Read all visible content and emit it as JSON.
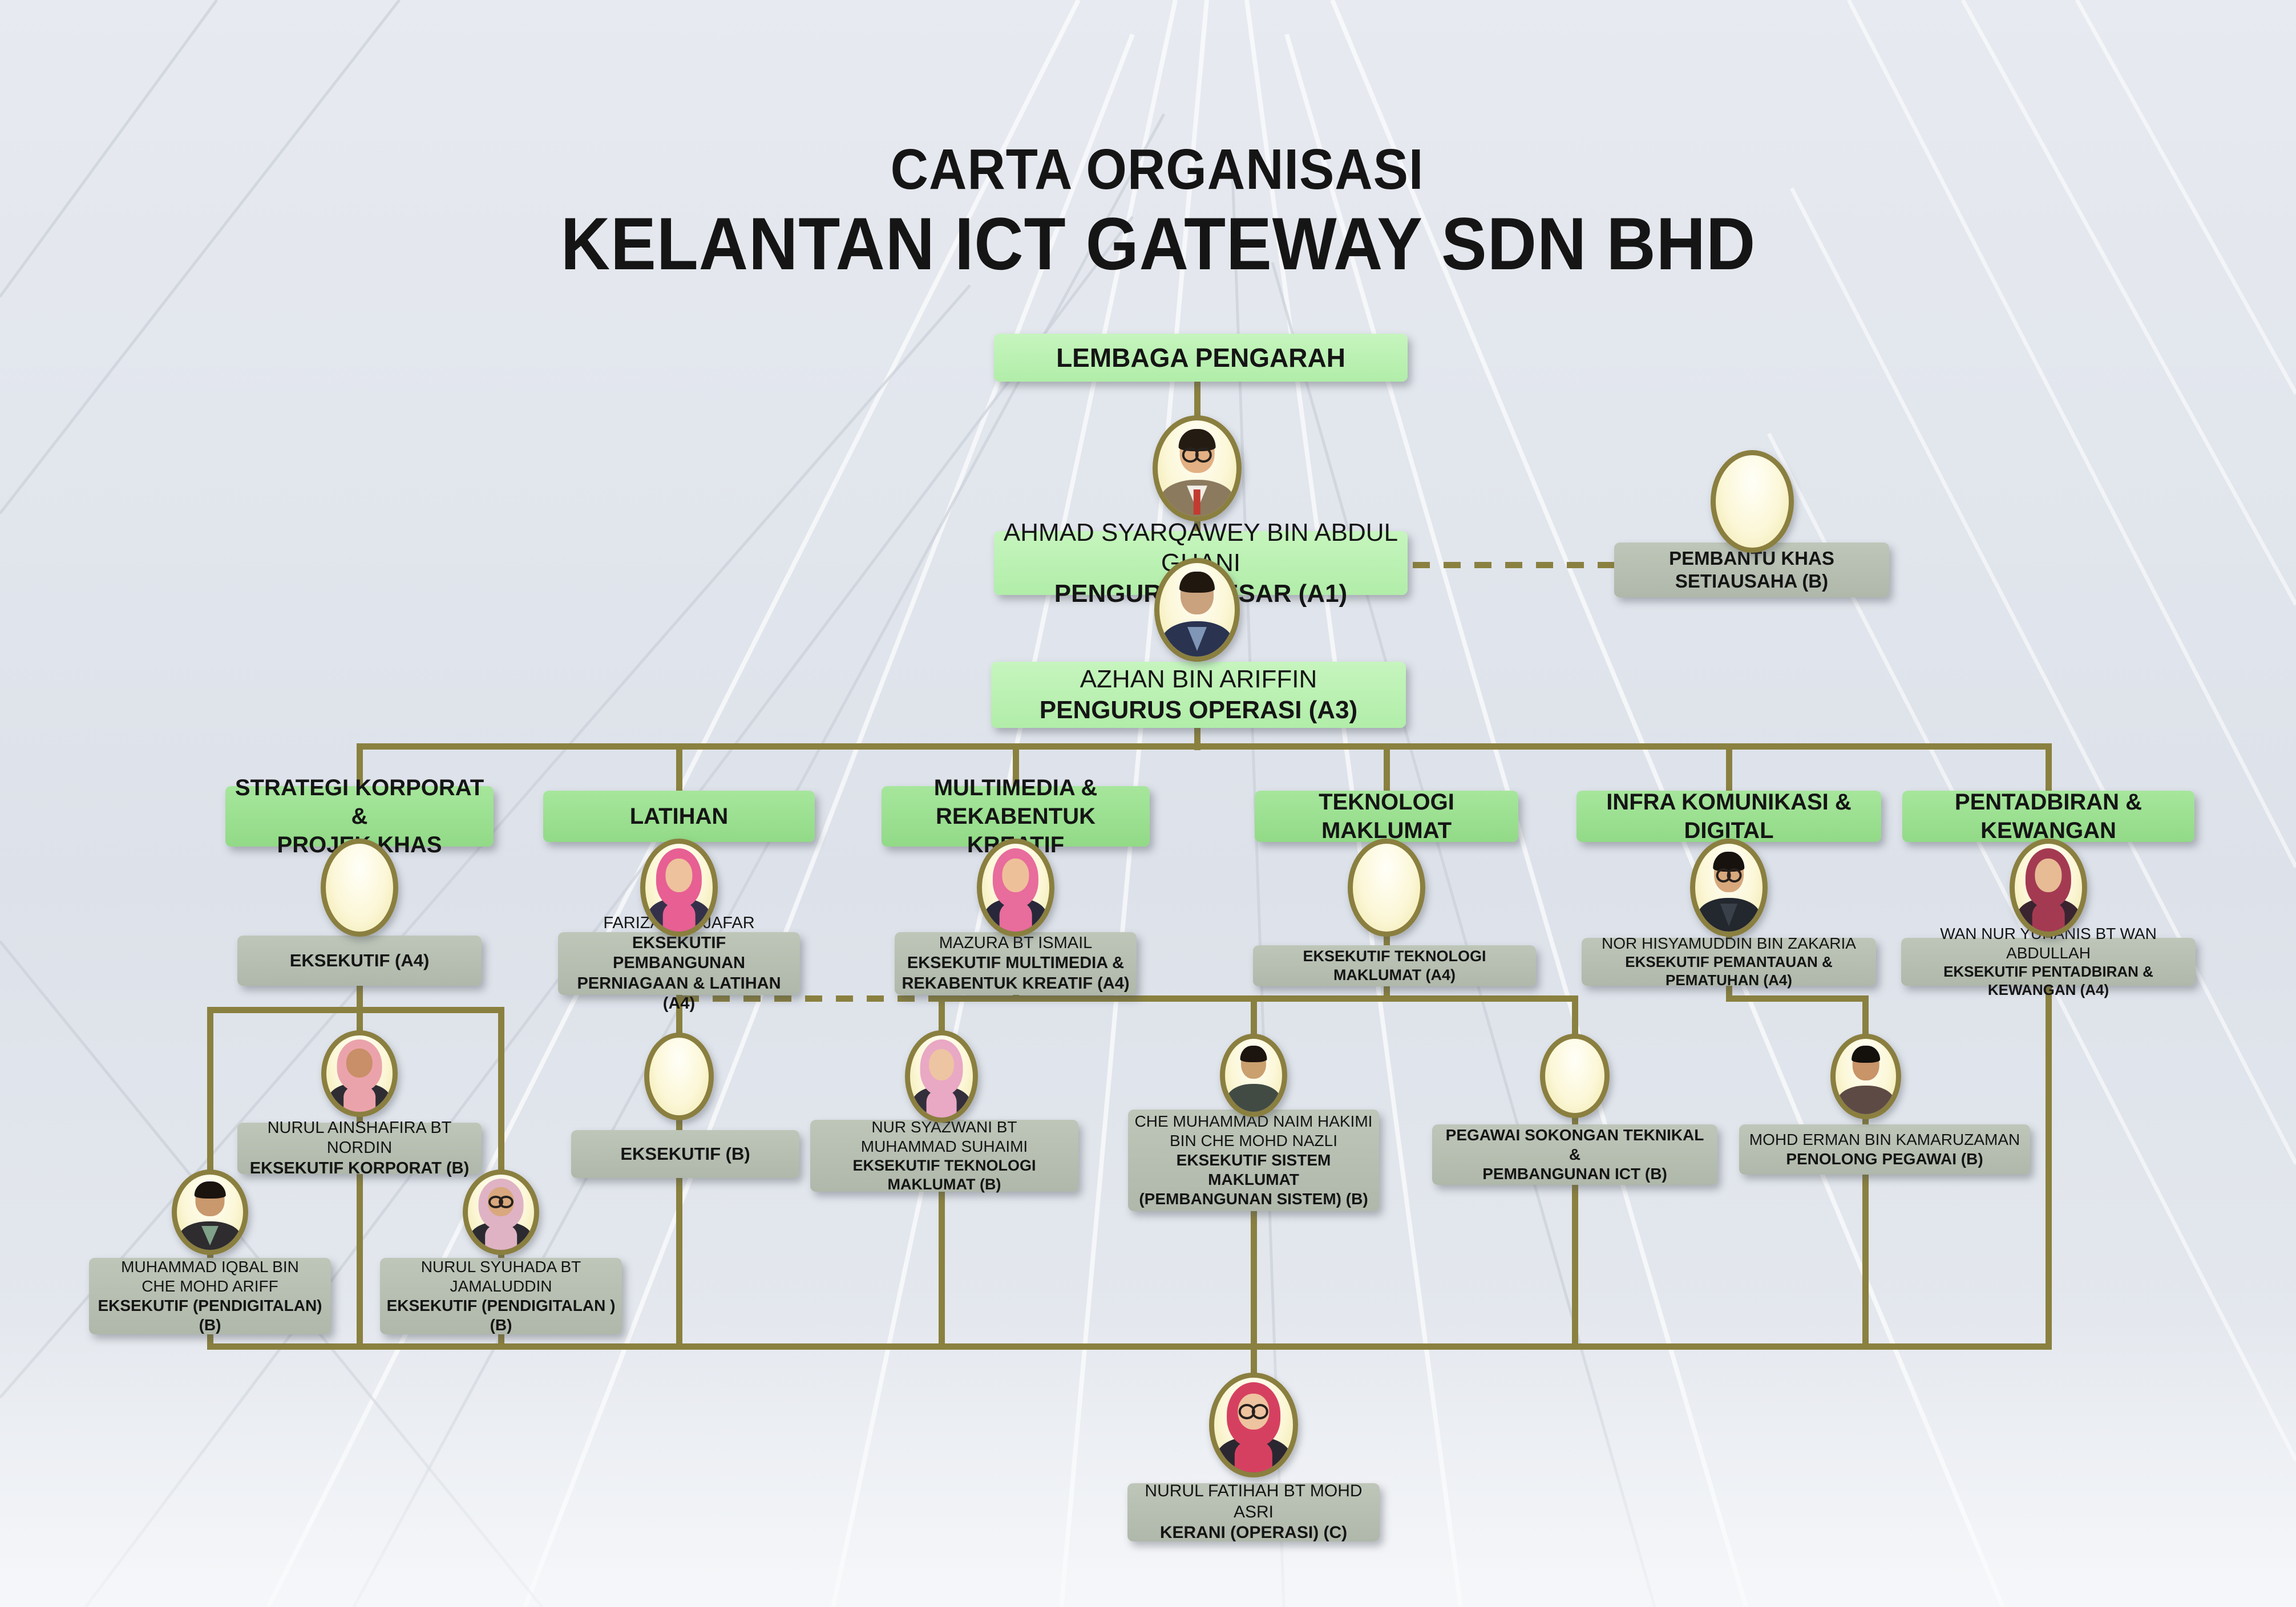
{
  "title": {
    "line1": "CARTA ORGANISASI",
    "line2": "KELANTAN ICT GATEWAY SDN BHD"
  },
  "palette": {
    "connector": "#8a8140",
    "level_box_green": "#b9f1b1",
    "dept_box_green": "#9ade90",
    "person_box_gray": "#b7bfb1",
    "circle_fill": "#fdf9d8",
    "circle_border": "#8a7f3f",
    "title_color": "#151515"
  },
  "nodes": {
    "board": {
      "label": "LEMBAGA PENGARAH"
    },
    "gm": {
      "name": "AHMAD SYARQAWEY BIN ABDUL GHANI",
      "role": "PENGURUS BESAR (A1)",
      "avatar": {
        "type": "man",
        "hair": "#241b12",
        "suit": "#8c7a5f",
        "shirt": "#f2efe6",
        "tie": "#c23b31",
        "glasses": true,
        "skin": "#e3b083"
      }
    },
    "assistant": {
      "name": "PEMBANTU KHAS",
      "role": "SETIAUSAHA (B)",
      "avatar": {
        "type": "empty"
      }
    },
    "ops": {
      "name": "AZHAN BIN ARIFFIN",
      "role": "PENGURUS OPERASI (A3)",
      "avatar": {
        "type": "man",
        "hair": "#20170f",
        "suit": "#2a3350",
        "shirt": "#7f96b6",
        "skin": "#caa27d"
      }
    },
    "dept_strategi": {
      "label": "STRATEGI KORPORAT &\nPROJEK KHAS"
    },
    "dept_latihan": {
      "label": "LATIHAN"
    },
    "dept_multimedia": {
      "label": "MULTIMEDIA &\nREKABENTUK KREATIF"
    },
    "dept_teknologi": {
      "label": "TEKNOLOGI MAKLUMAT"
    },
    "dept_infra": {
      "label": "INFRA KOMUNIKASI & DIGITAL"
    },
    "dept_pentadbiran": {
      "label": "PENTADBIRAN & KEWANGAN"
    },
    "strategi_exec_a4": {
      "role": "EKSEKUTIF (A4)",
      "avatar": {
        "type": "empty"
      }
    },
    "farizan": {
      "name": "FARIZAN BT JAFAR",
      "role": "EKSEKUTIF PEMBANGUNAN\nPERNIAGAAN & LATIHAN (A4)",
      "avatar": {
        "type": "hijab",
        "hijab": "#e75f93",
        "top": "#35304a",
        "skin": "#edc29c"
      }
    },
    "mazura": {
      "name": "MAZURA BT ISMAIL",
      "role": "EKSEKUTIF MULTIMEDIA &\nREKABENTUK KREATIF (A4)",
      "avatar": {
        "type": "hijab",
        "hijab": "#e86c9c",
        "top": "#28283a",
        "skin": "#eec09a"
      }
    },
    "teknologi_exec_a4": {
      "role": "EKSEKUTIF TEKNOLOGI MAKLUMAT (A4)",
      "avatar": {
        "type": "empty"
      }
    },
    "hisyamuddin": {
      "name": "NOR HISYAMUDDIN BIN ZAKARIA",
      "role": "EKSEKUTIF PEMANTAUAN & PEMATUHAN (A4)",
      "avatar": {
        "type": "man",
        "hair": "#17120d",
        "suit": "#23272e",
        "shirt": "#3a4049",
        "glasses": true,
        "skin": "#d8a87c"
      }
    },
    "yuhanis": {
      "name": "WAN NUR YUHANIS BT WAN ABDULLAH",
      "role": "EKSEKUTIF PENTADBIRAN & KEWANGAN (A4)",
      "avatar": {
        "type": "hijab",
        "hijab": "#a33a52",
        "top": "#3a2430",
        "skin": "#e7bb94"
      }
    },
    "ainshafira": {
      "name": "NURUL AINSHAFIRA BT NORDIN",
      "role": "EKSEKUTIF KORPORAT (B)",
      "avatar": {
        "type": "hijab",
        "hijab": "#eba3ab",
        "top": "#2f2d33",
        "skin": "#c98f68"
      }
    },
    "latihan_exec_b": {
      "role": "EKSEKUTIF (B)",
      "avatar": {
        "type": "empty"
      }
    },
    "syazwani": {
      "name": "NUR SYAZWANI BT\nMUHAMMAD SUHAIMI",
      "role": "EKSEKUTIF TEKNOLOGI MAKLUMAT (B)",
      "avatar": {
        "type": "hijab",
        "hijab": "#e9a8c4",
        "top": "#332f3b",
        "skin": "#edc5a2"
      }
    },
    "naim": {
      "name": "CHE MUHAMMAD NAIM HAKIMI\nBIN CHE MOHD NAZLI",
      "role": "EKSEKUTIF SISTEM MAKLUMAT\n(PEMBANGUNAN SISTEM) (B)",
      "avatar": {
        "type": "man",
        "hair": "#1c140e",
        "suit": "#414b44",
        "skin": "#caa06f"
      }
    },
    "pegawai_sokongan": {
      "role": "PEGAWAI SOKONGAN TEKNIKAL &\nPEMBANGUNAN ICT (B)",
      "avatar": {
        "type": "empty"
      }
    },
    "erman": {
      "name": "MOHD ERMAN BIN KAMARUZAMAN",
      "role": "PENOLONG PEGAWAI (B)",
      "avatar": {
        "type": "man",
        "hair": "#14100c",
        "suit": "#5d4a45",
        "skin": "#c89468"
      }
    },
    "iqbal": {
      "name": "MUHAMMAD IQBAL BIN\nCHE MOHD ARIFF",
      "role": "EKSEKUTIF (PENDIGITALAN)(B)",
      "avatar": {
        "type": "man",
        "hair": "#1b130d",
        "suit": "#2e2c2f",
        "shirt": "#7fa089",
        "skin": "#c9986d"
      }
    },
    "syuhada": {
      "name": "NURUL SYUHADA BT\nJAMALUDDIN",
      "role": "EKSEKUTIF (PENDIGITALAN )(B)",
      "avatar": {
        "type": "hijab",
        "hijab": "#dfb3c4",
        "top": "#2b2a30",
        "skin": "#d9a87e",
        "glasses": true
      }
    },
    "fatihah": {
      "name": "NURUL FATIHAH BT MOHD ASRI",
      "role": "KERANI (OPERASI) (C)",
      "avatar": {
        "type": "hijab",
        "hijab": "#d64060",
        "top": "#2b2730",
        "skin": "#eec3a0",
        "glasses": true
      }
    }
  }
}
